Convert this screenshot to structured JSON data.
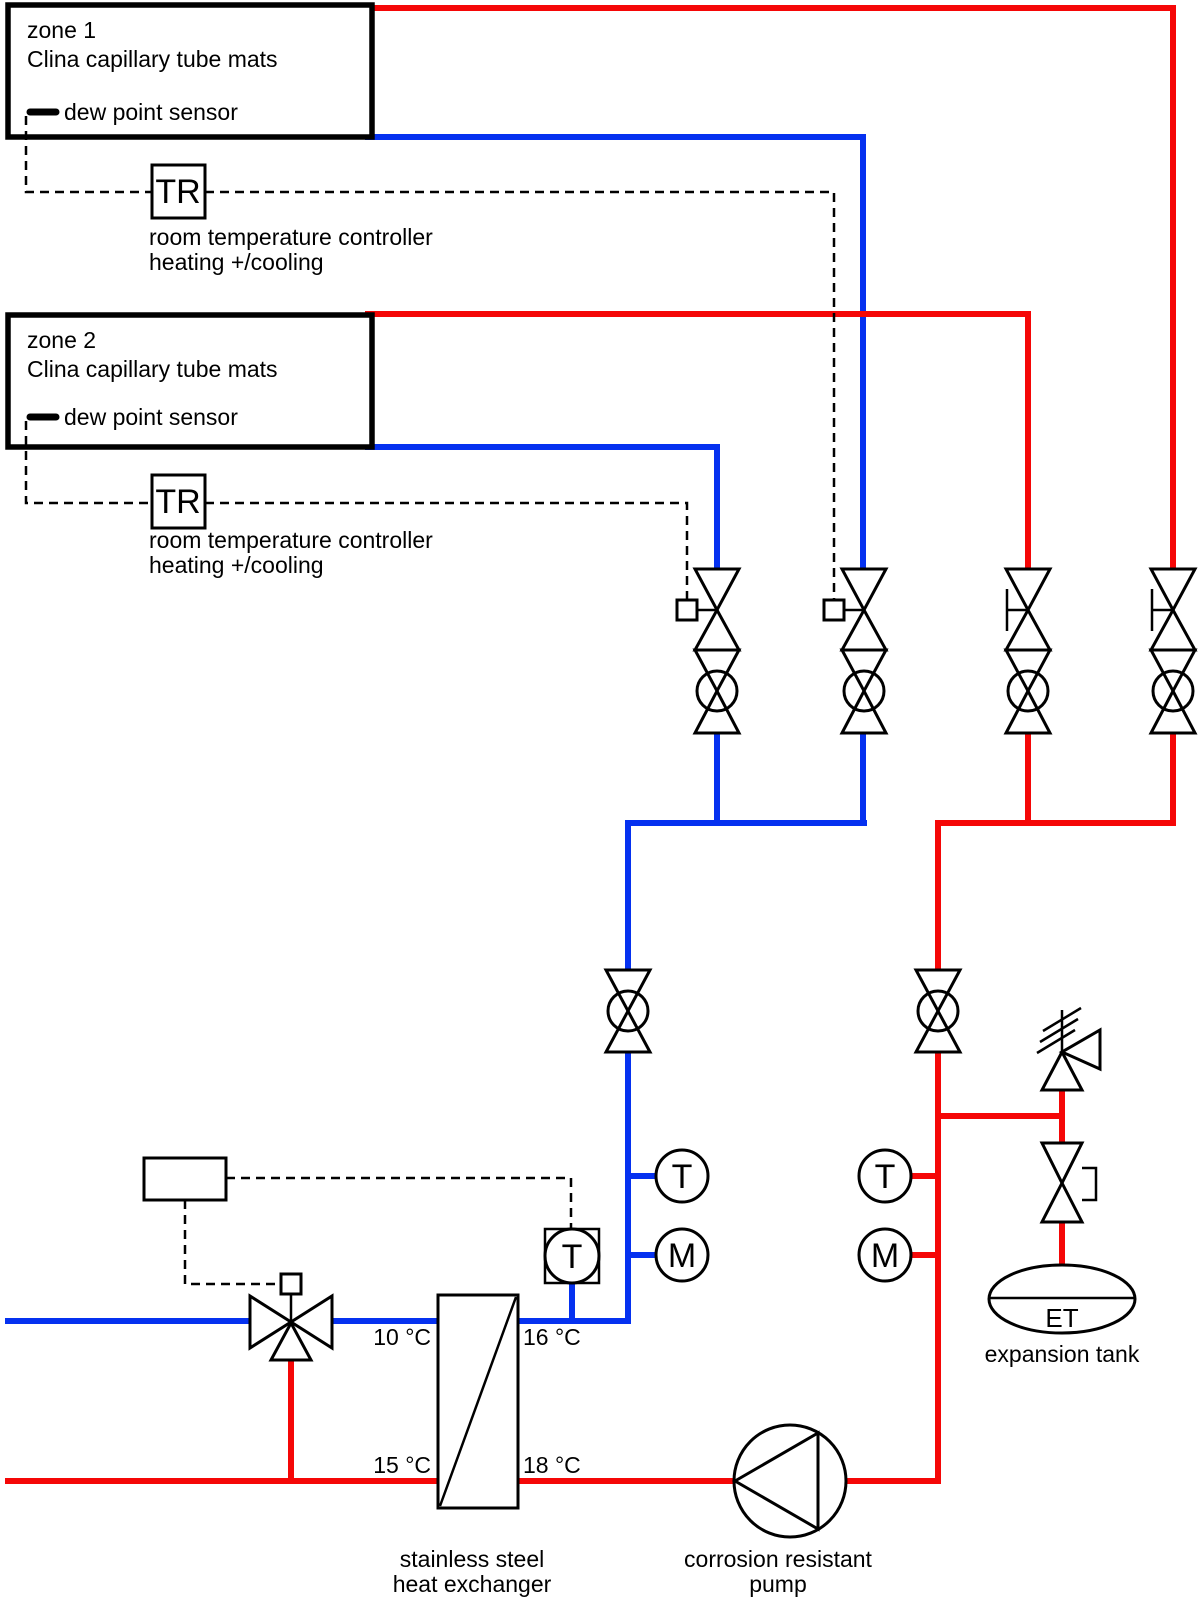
{
  "colors": {
    "hot_pipe": "#f50707",
    "cold_pipe": "#0531f0",
    "line": "#000000",
    "background": "#ffffff"
  },
  "zones": {
    "zone1": {
      "title": "zone 1",
      "subtitle": "Clina capillary tube mats",
      "dew_point_label": "dew point sensor",
      "controller_tag": "TR",
      "controller_line1": "room temperature controller",
      "controller_line2": "heating +/cooling"
    },
    "zone2": {
      "title": "zone 2",
      "subtitle": "Clina capillary tube mats",
      "dew_point_label": "dew point sensor",
      "controller_tag": "TR",
      "controller_line1": "room temperature controller",
      "controller_line2": "heating +/cooling"
    }
  },
  "instruments": {
    "temperature_tag": "T",
    "motorization_tag": "M",
    "supply_sensor_tag": "T"
  },
  "heat_exchanger": {
    "label_line1": "stainless steel",
    "label_line2": "heat exchanger",
    "cold_left_temp": "10 °C",
    "cold_right_temp": "16 °C",
    "hot_left_temp": "15 °C",
    "hot_right_temp": "18 °C"
  },
  "pump": {
    "label_line1": "corrosion resistant",
    "label_line2": "pump"
  },
  "expansion_tank": {
    "tag": "ET",
    "label": "expansion tank"
  }
}
